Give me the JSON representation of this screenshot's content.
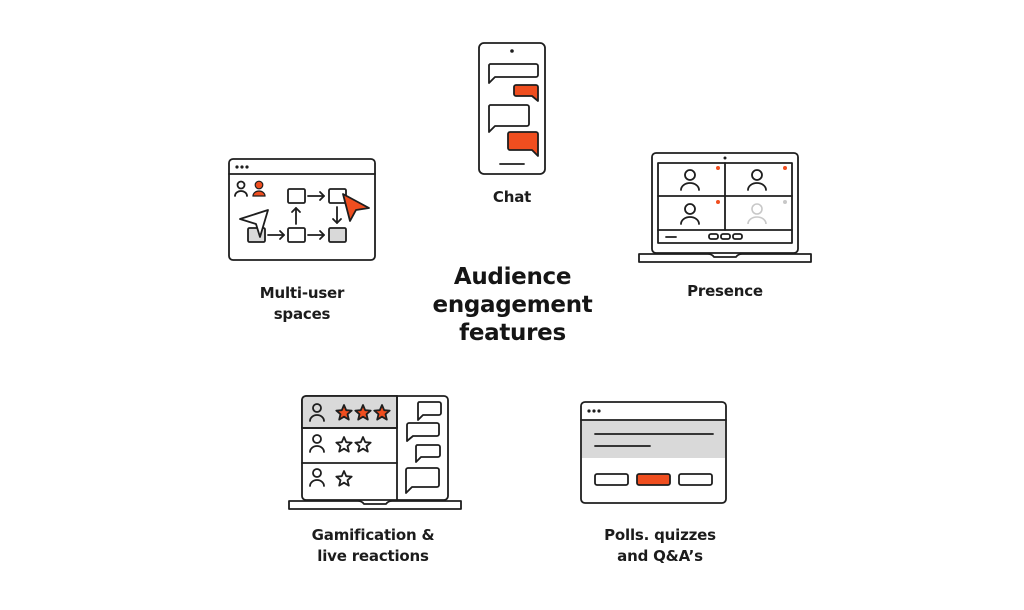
{
  "title": [
    "Audience",
    "engagement",
    "features"
  ],
  "colors": {
    "accent": "#f04e1f",
    "stroke": "#1e1e1e",
    "muted_fill": "#d9d9d9",
    "inactive": "#c8c8c8",
    "background": "#ffffff"
  },
  "features": [
    {
      "id": "chat",
      "icon": "phone-chat-icon",
      "label_lines": [
        "Chat"
      ]
    },
    {
      "id": "multi-user",
      "icon": "collaborative-whiteboard-icon",
      "label_lines": [
        "Multi-user",
        "spaces"
      ]
    },
    {
      "id": "presence",
      "icon": "laptop-video-grid-icon",
      "label_lines": [
        "Presence"
      ]
    },
    {
      "id": "gamification",
      "icon": "laptop-ratings-icon",
      "label_lines": [
        "Gamification &",
        "live reactions"
      ]
    },
    {
      "id": "polls",
      "icon": "browser-poll-icon",
      "label_lines": [
        "Polls. quizzes",
        "and Q&A’s"
      ]
    }
  ],
  "gamification_ratings": [
    3,
    2,
    1
  ],
  "presence_participants": [
    {
      "active": true
    },
    {
      "active": true
    },
    {
      "active": true
    },
    {
      "active": false
    }
  ]
}
